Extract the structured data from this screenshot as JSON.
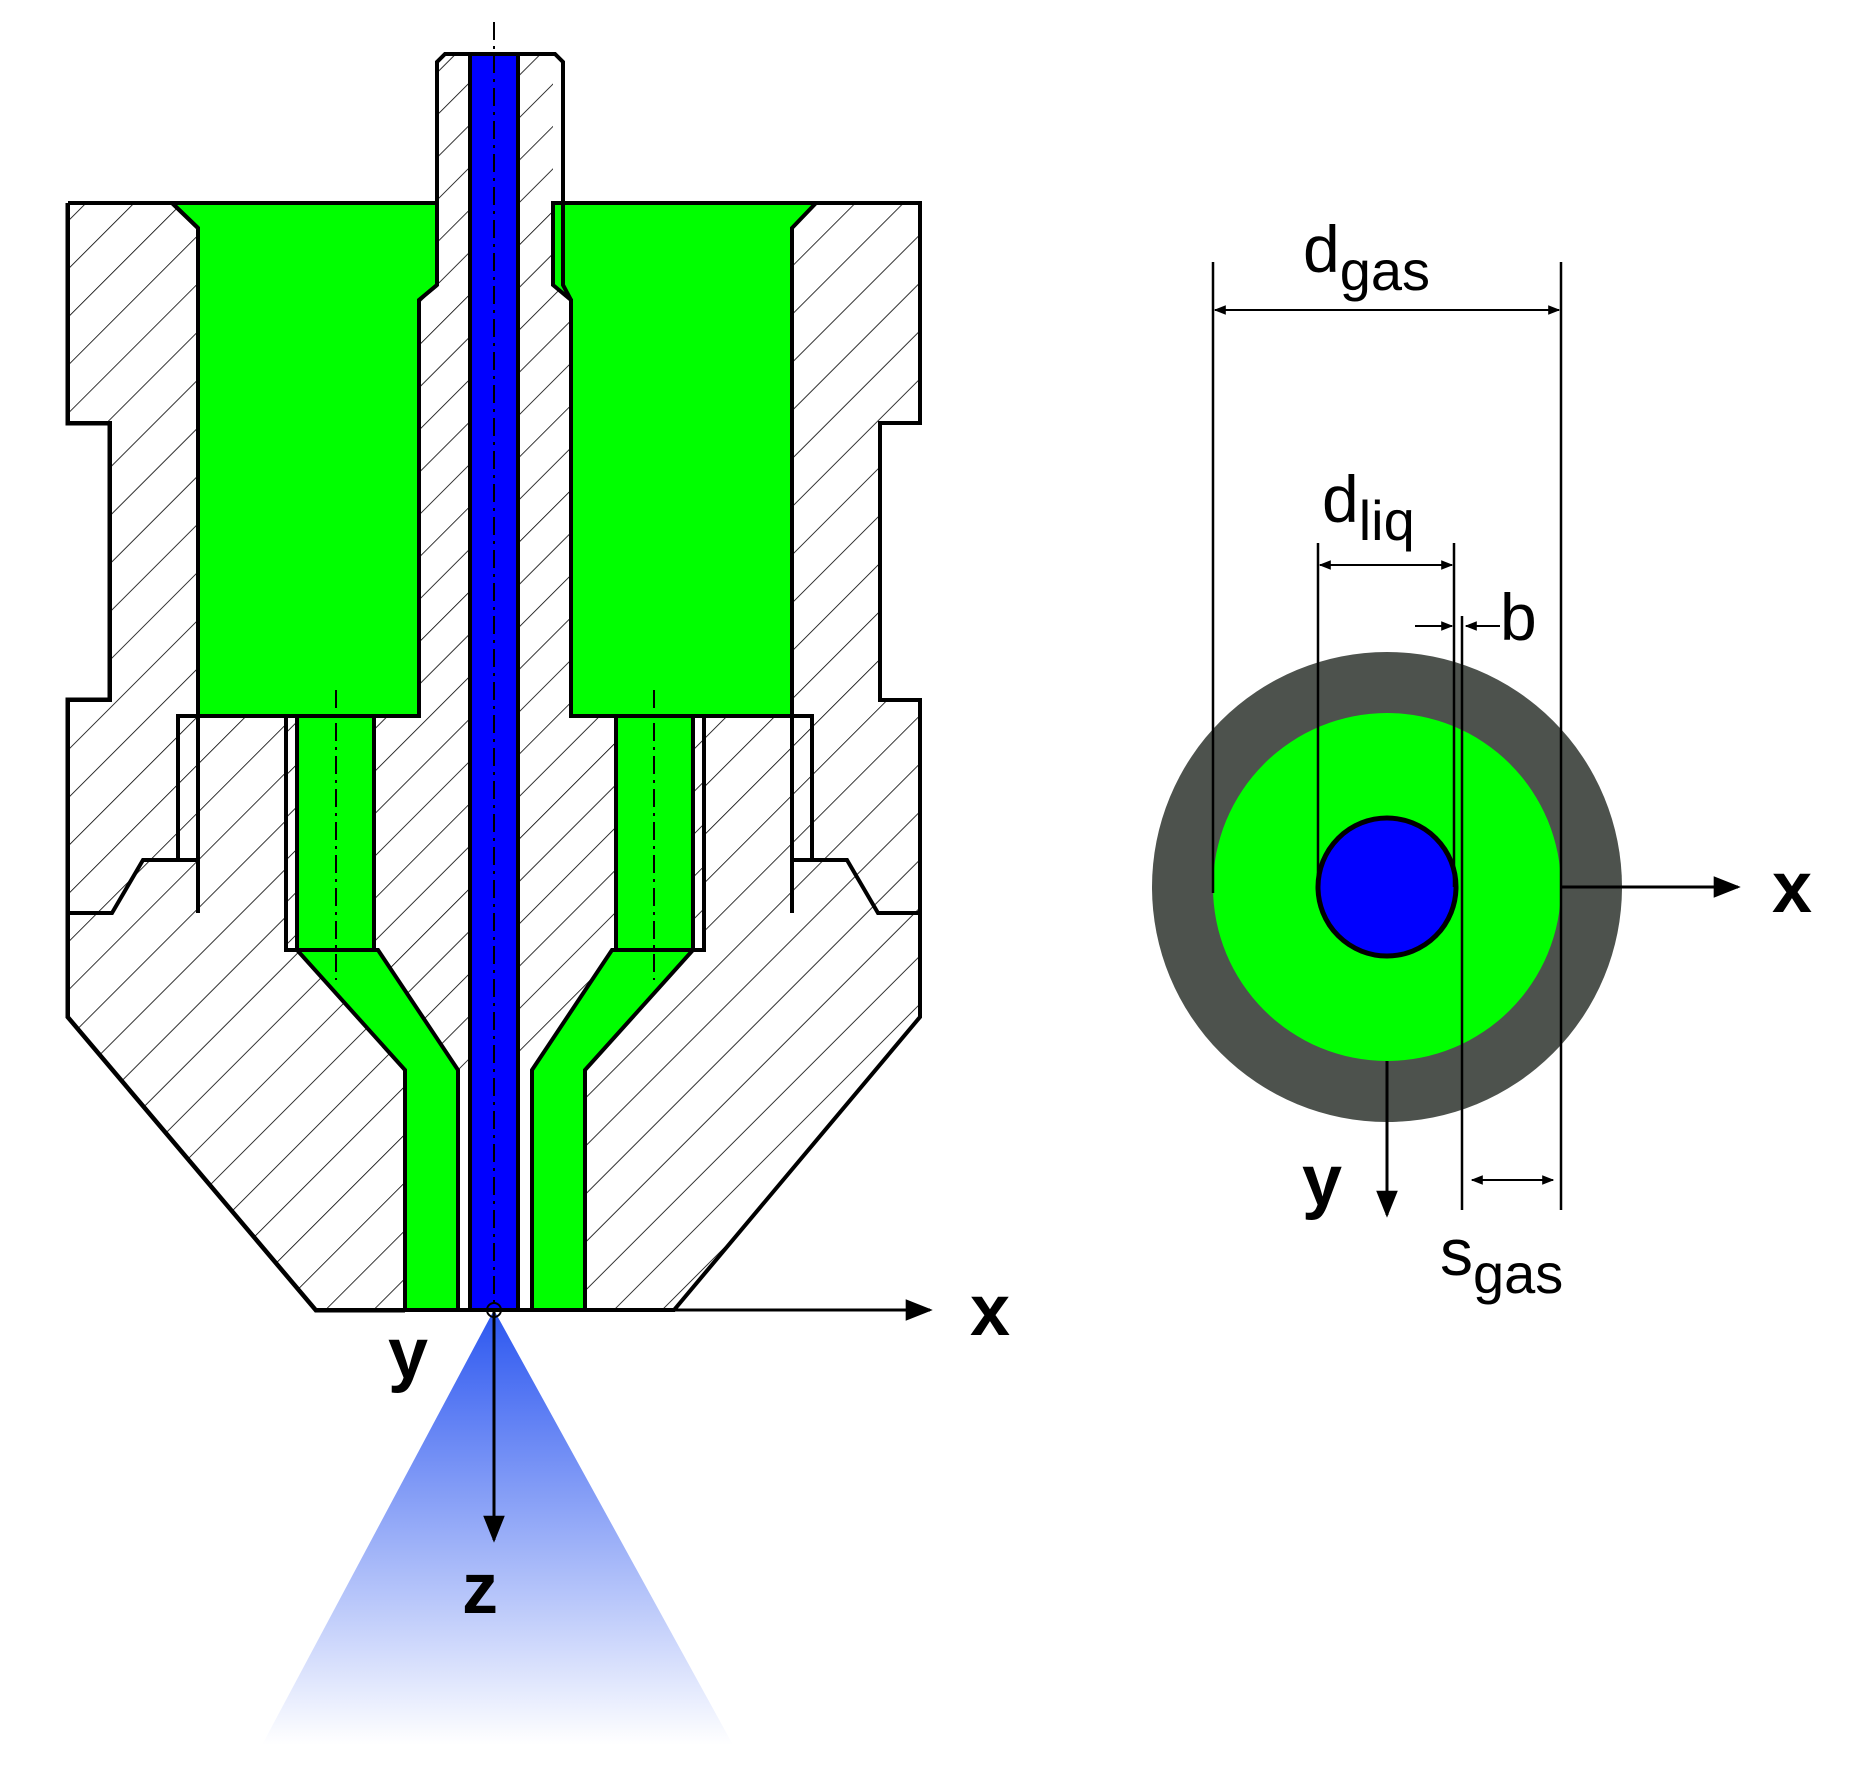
{
  "diagram": {
    "colors": {
      "gas": "#00ff00",
      "liquid": "#0000ff",
      "wall": "#4d524d",
      "outline": "#000000",
      "spray_top": "#2b56f0",
      "spray_bottom": "#ffffff"
    },
    "section_view": {
      "axis_x_label": "x",
      "axis_y_label": "y",
      "axis_z_label": "z"
    },
    "top_view": {
      "axis_x_label": "x",
      "axis_y_label": "y",
      "dim_gas": {
        "base": "d",
        "sub": "gas"
      },
      "dim_liq": {
        "base": "d",
        "sub": "liq"
      },
      "dim_b": "b",
      "dim_s_gas": {
        "base": "s",
        "sub": "gas"
      }
    }
  }
}
